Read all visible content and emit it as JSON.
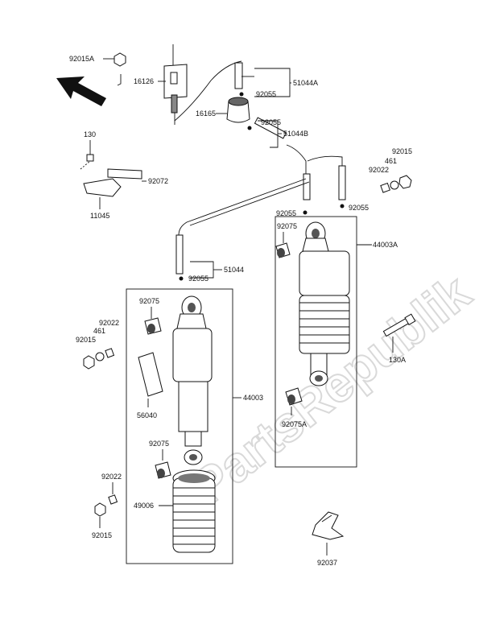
{
  "watermark": "PartsRepublik",
  "parts": {
    "p92015A": "92015A",
    "p16126": "16126",
    "p92055_a": "92055",
    "p51044A": "51044A",
    "p16165": "16165",
    "p92055_b": "92055",
    "p51044B": "51044B",
    "p130": "130",
    "p92072": "92072",
    "p11045": "11045",
    "p92015_r": "92015",
    "p461_r": "461",
    "p92022_r": "92022",
    "p92055_c": "92055",
    "p92055_d": "92055",
    "p92075_r": "92075",
    "p44003A": "44003A",
    "p51044": "51044",
    "p92055_e": "92055",
    "p92075_l": "92075",
    "p92022_l": "92022",
    "p461_l": "461",
    "p92015_l": "92015",
    "p130A": "130A",
    "p44003": "44003",
    "p92075A": "92075A",
    "p56040": "56040",
    "p92075_l2": "92075",
    "p92022_b": "92022",
    "p49006": "49006",
    "p92015_b": "92015",
    "p92037": "92037"
  }
}
